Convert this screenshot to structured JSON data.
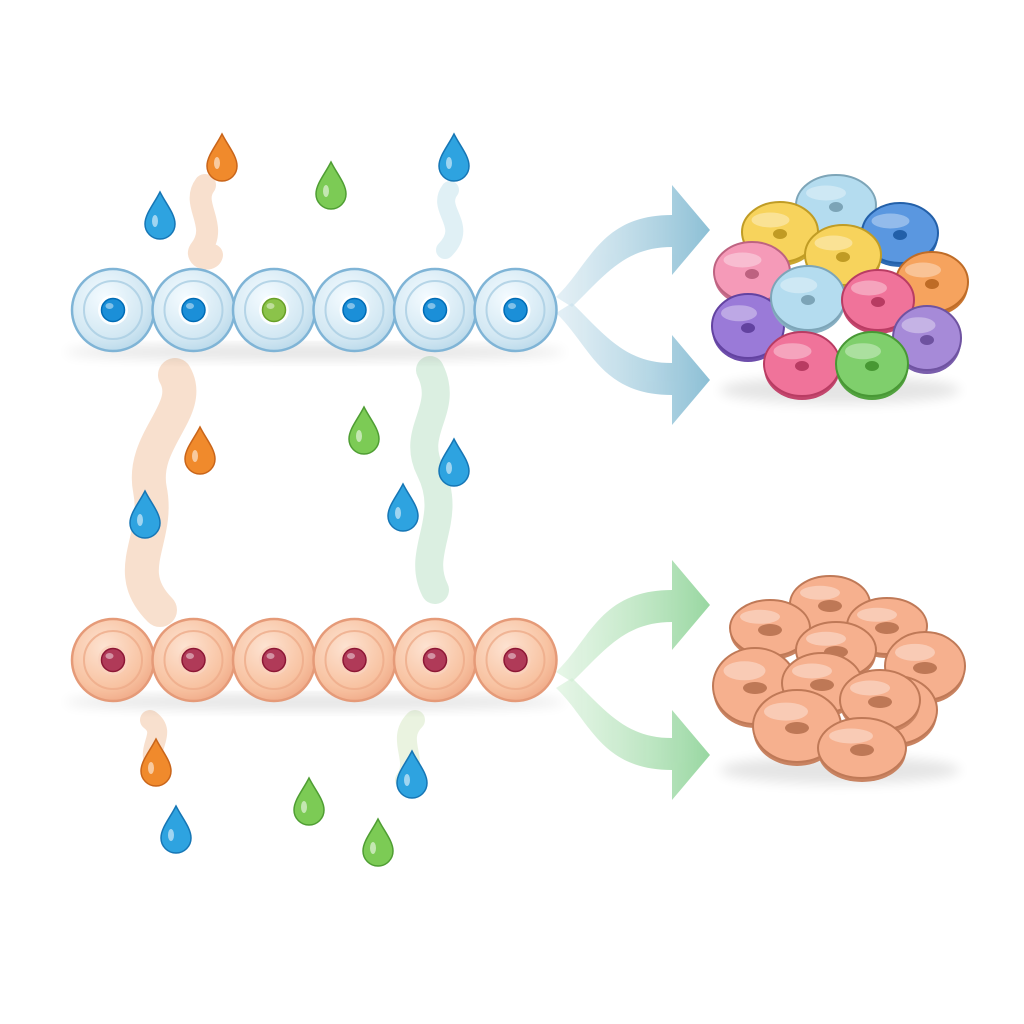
{
  "colors": {
    "background": "#ffffff",
    "blue_cell": "#d6eaf4",
    "blue_cell_stroke": "#7fb4d6",
    "blue_nucleus": "#1b8fd8",
    "green_nucleus": "#8bc34a",
    "peach_cell": "#f8c4a4",
    "peach_cell_stroke": "#e59a78",
    "red_nucleus": "#b03a58",
    "drop_blue": "#2ea3e0",
    "drop_orange": "#f08a2c",
    "drop_green": "#7ccb55",
    "arrow_blue": "#9cc9db",
    "arrow_green": "#a8dcae",
    "wisp_peach": "#f6d6bd",
    "wisp_mint": "#cfe9d7"
  },
  "icons": {
    "drop": "droplet-icon",
    "arrow": "split-arrow-icon"
  },
  "rows": [
    {
      "name": "blue-cell-row",
      "cells": [
        {
          "nucleus": "blue"
        },
        {
          "nucleus": "blue"
        },
        {
          "nucleus": "green"
        },
        {
          "nucleus": "blue"
        },
        {
          "nucleus": "blue"
        },
        {
          "nucleus": "blue"
        }
      ],
      "arrow_color": "arrow_blue",
      "cluster": {
        "name": "multicolor-cell-cluster",
        "cells": [
          "#b4dcef",
          "#f7d35c",
          "#5a97e0",
          "#f59ab8",
          "#f7d35c",
          "#f6a35e",
          "#9a7ad8",
          "#b4dcef",
          "#f0739a",
          "#a68ad8",
          "#f0739a",
          "#7fcf6c"
        ]
      }
    },
    {
      "name": "peach-cell-row",
      "cells": [
        {
          "nucleus": "red"
        },
        {
          "nucleus": "red"
        },
        {
          "nucleus": "red"
        },
        {
          "nucleus": "red"
        },
        {
          "nucleus": "red"
        },
        {
          "nucleus": "red"
        }
      ],
      "arrow_color": "arrow_green",
      "cluster": {
        "name": "uniform-cell-cluster",
        "cells": [
          "#f6b08e",
          "#f6b08e",
          "#f6b08e",
          "#f6b08e",
          "#f6b08e",
          "#f6b08e",
          "#f6b08e",
          "#f6b08e",
          "#f6b08e",
          "#f6b08e",
          "#f6b08e"
        ]
      }
    }
  ],
  "drops": [
    {
      "color": "drop_orange"
    },
    {
      "color": "drop_blue"
    },
    {
      "color": "drop_green"
    },
    {
      "color": "drop_blue"
    },
    {
      "color": "drop_orange"
    },
    {
      "color": "drop_blue"
    },
    {
      "color": "drop_green"
    },
    {
      "color": "drop_blue"
    },
    {
      "color": "drop_blue"
    },
    {
      "color": "drop_orange"
    },
    {
      "color": "drop_blue"
    },
    {
      "color": "drop_green"
    },
    {
      "color": "drop_green"
    },
    {
      "color": "drop_blue"
    }
  ]
}
